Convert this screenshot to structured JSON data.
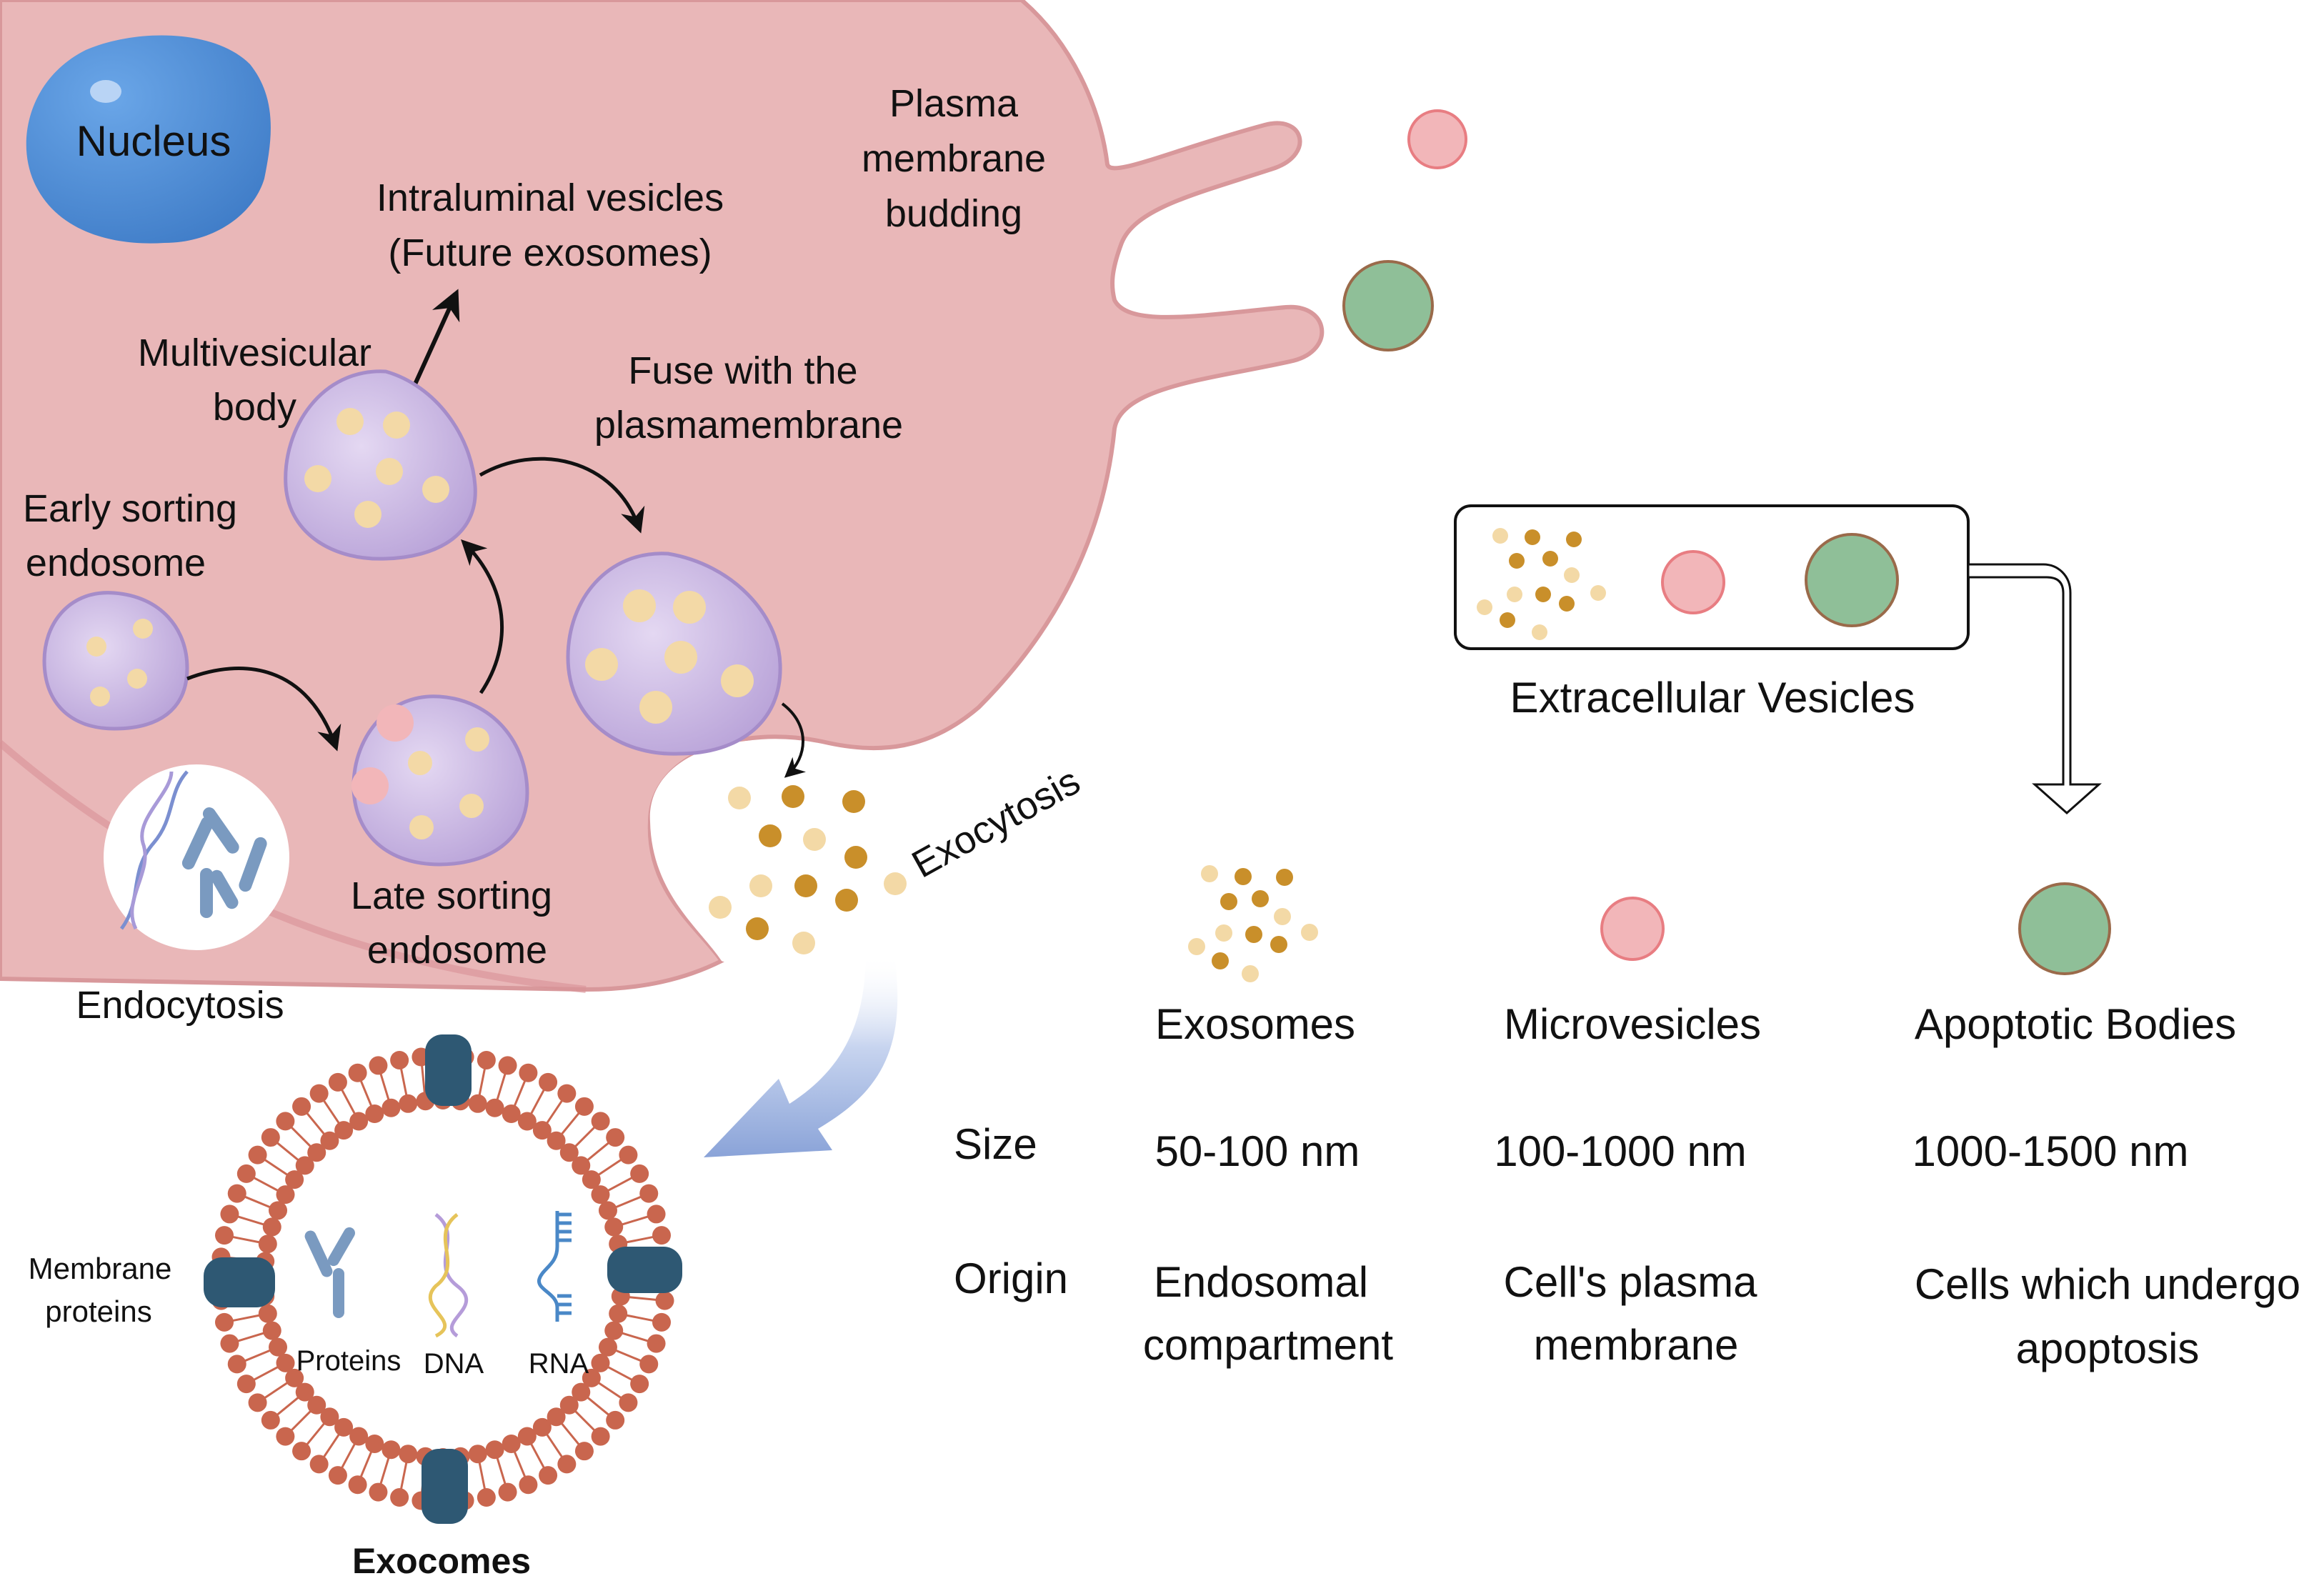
{
  "colors": {
    "cell_fill": "#e9b7b8",
    "cell_edge": "#d89a9c",
    "nucleus": "#4f8fd8",
    "vesicle_body": "#cbb7e2",
    "vesicle_edge": "#a58cc9",
    "cargo_light": "#f3d9a6",
    "cargo_dark": "#c98f2a",
    "microvesicle": "#f2b6b9",
    "microvesicle_edge": "#e87d82",
    "apoptotic": "#8fbf98",
    "apoptotic_edge": "#9a6a4a",
    "lipid_head": "#c9664e",
    "protein": "#2e5873",
    "arrow_blue": "#9bb2de"
  },
  "icons": [
    "dna-icon",
    "protein-icon",
    "rna-icon",
    "membrane-protein-icon",
    "down-arrow-icon"
  ],
  "labels": {
    "nucleus": "Nucleus",
    "plasma_budding": [
      "Plasma",
      "membrane",
      "budding"
    ],
    "intraluminal": [
      "Intraluminal vesicles",
      "(Future exosomes)"
    ],
    "mvb": [
      "Multivesicular",
      "body"
    ],
    "fuse": [
      "Fuse with the",
      "plasmamembrane"
    ],
    "early": [
      "Early sorting",
      "endosome"
    ],
    "late": [
      "Late sorting",
      "endosome"
    ],
    "endocytosis": "Endocytosis",
    "exocytosis": "Exocytosis",
    "membrane_proteins": [
      "Membrane",
      "proteins"
    ],
    "proteins": "Proteins",
    "dna": "DNA",
    "rna": "RNA",
    "exocomes": "Exocomes",
    "ev_title": "Extracellular Vesicles"
  },
  "table": {
    "row_labels": {
      "size": "Size",
      "origin": "Origin"
    },
    "columns": [
      {
        "name": "Exosomes",
        "size": "50-100 nm",
        "origin": [
          "Endosomal",
          "compartment"
        ]
      },
      {
        "name": "Microvesicles",
        "size": "100-1000 nm",
        "origin": [
          "Cell's plasma",
          "membrane"
        ]
      },
      {
        "name": "Apoptotic Bodies",
        "size": "1000-1500 nm",
        "origin": [
          "Cells which undergo",
          "apoptosis"
        ]
      }
    ]
  }
}
